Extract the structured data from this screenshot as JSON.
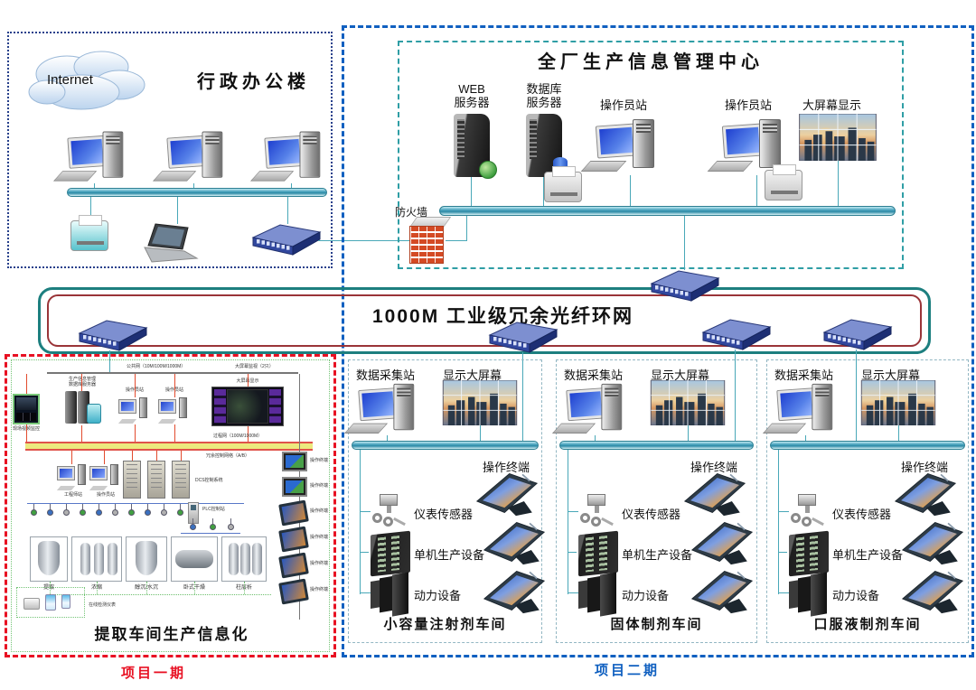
{
  "admin": {
    "internet": "Internet",
    "title": "行政办公楼"
  },
  "firewall_label": "防火墙",
  "mgmt": {
    "title": "全厂生产信息管理中心",
    "web_server": "WEB\n服务器",
    "db_server": "数据库\n服务器",
    "operator1": "操作员站",
    "operator2": "操作员站",
    "big_screen": "大屏幕显示"
  },
  "ring": {
    "label": "1000M  工业级冗余光纤环网"
  },
  "phase1": {
    "tag": "项目一期",
    "title": "提取车间生产信息化",
    "bus1_label": "公共网（10M/100M/1000M）",
    "bus1_label2": "大屏幕监视（2只）",
    "server_label": "生产信息管理\n数据库服务器",
    "operator": "操作员站",
    "engineer": "工程师站",
    "monitor_label": "现场视频监控",
    "big_screen": "大屏幕显示",
    "bus2_label": "过程网（100M/1000M）",
    "ctrl_label": "冗余控制网络（A/B）",
    "dcs_label": "DCS控制系统",
    "plc_label": "PLC控制站",
    "terminal_label": "操作终端",
    "analyzer_label": "在线检测仪表",
    "equipment": [
      "提取",
      "浓缩",
      "醇沉/水沉",
      "卧式干燥",
      "柱层析"
    ]
  },
  "phase2": {
    "tag": "项目二期"
  },
  "workshops": [
    {
      "name": "小容量注射剂车间",
      "daq": "数据采集站",
      "screen": "显示大屏幕",
      "terminal": "操作终端",
      "sensor": "仪表传感器",
      "machine": "单机生产设备",
      "power": "动力设备"
    },
    {
      "name": "固体制剂车间",
      "daq": "数据采集站",
      "screen": "显示大屏幕",
      "terminal": "操作终端",
      "sensor": "仪表传感器",
      "machine": "单机生产设备",
      "power": "动力设备"
    },
    {
      "name": "口服液制剂车间",
      "daq": "数据采集站",
      "screen": "显示大屏幕",
      "terminal": "操作终端",
      "sensor": "仪表传感器",
      "machine": "单机生产设备",
      "power": "动力设备"
    }
  ],
  "colors": {
    "phase1_accent": "#e81123",
    "phase2_accent": "#1060c0",
    "ring_outer": "#1d7f7f",
    "ring_inner": "#9a3438",
    "bus_teal": "#49a3bd"
  }
}
